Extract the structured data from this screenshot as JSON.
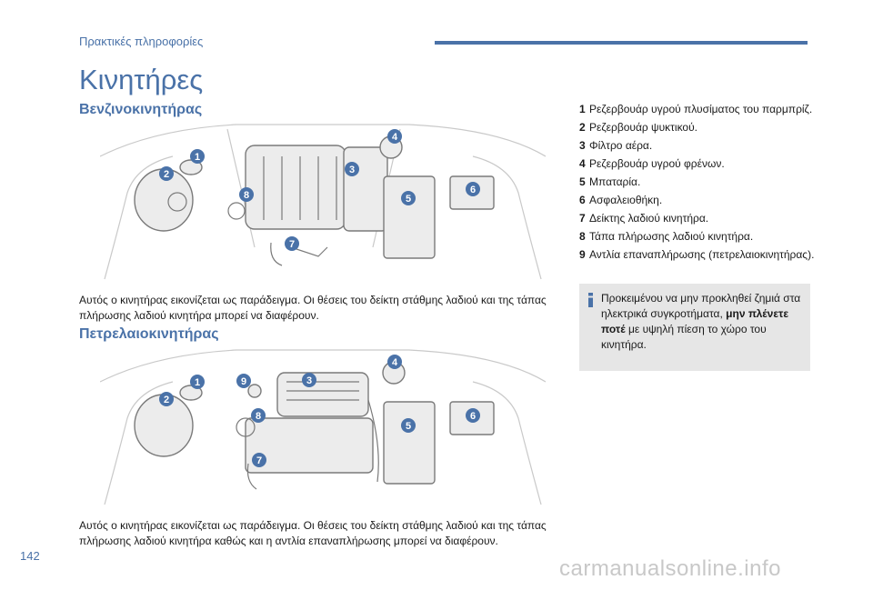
{
  "header": {
    "section": "Πρακτικές πληροφορίες",
    "accent_color": "#4a72a8"
  },
  "page": {
    "title": "Κινητήρες",
    "number": "142"
  },
  "petrol": {
    "title": "Βενζινοκινητήρας",
    "caption": "Αυτός ο κινητήρας εικονίζεται ως παράδειγμα. Οι θέσεις του δείκτη στάθμης λαδιού και της τάπας πλήρωσης λαδιού κινητήρα μπορεί να διαφέρουν.",
    "markers": [
      "1",
      "2",
      "3",
      "4",
      "5",
      "6",
      "7",
      "8"
    ]
  },
  "diesel": {
    "title": "Πετρελαιοκινητήρας",
    "caption": "Αυτός ο κινητήρας εικονίζεται ως παράδειγμα. Οι θέσεις του δείκτη στάθμης λαδιού και της τάπας πλήρωσης λαδιού κινητήρα καθώς και η αντλία επαναπλήρωσης μπορεί να διαφέρουν.",
    "markers": [
      "1",
      "2",
      "3",
      "4",
      "5",
      "6",
      "7",
      "8",
      "9"
    ]
  },
  "legend": [
    {
      "num": "1",
      "text": "Ρεζερβουάρ υγρού πλυσίματος του παρμπρίζ."
    },
    {
      "num": "2",
      "text": "Ρεζερβουάρ ψυκτικού."
    },
    {
      "num": "3",
      "text": "Φίλτρο αέρα."
    },
    {
      "num": "4",
      "text": "Ρεζερβουάρ υγρού φρένων."
    },
    {
      "num": "5",
      "text": "Μπαταρία."
    },
    {
      "num": "6",
      "text": "Ασφαλειοθήκη."
    },
    {
      "num": "7",
      "text": "Δείκτης λαδιού κινητήρα."
    },
    {
      "num": "8",
      "text": "Τάπα πλήρωσης λαδιού κινητήρα."
    },
    {
      "num": "9",
      "text": "Αντλία επαναπλήρωσης (πετρελαιοκινητήρας)."
    }
  ],
  "info": {
    "text_before": "Προκειμένου να μην προκληθεί ζημιά στα ηλεκτρικά συγκροτήματα,",
    "text_bold": "μην πλένετε ποτέ",
    "text_after": "με υψηλή πίεση το χώρο του κινητήρα.",
    "icon": "info-icon"
  },
  "watermark": "carmanualsonline.info"
}
